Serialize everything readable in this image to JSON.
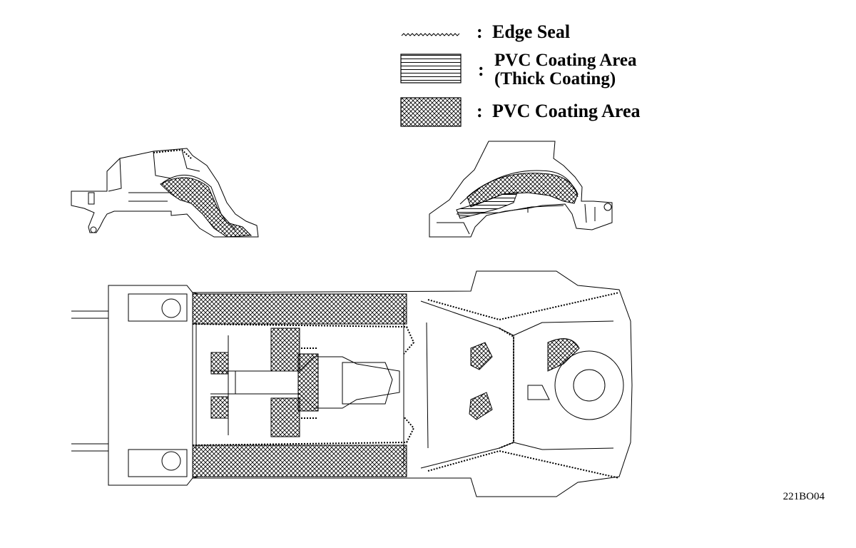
{
  "legend": {
    "edge_seal": "Edge Seal",
    "pvc_thick_line1": "PVC Coating Area",
    "pvc_thick_line2": "(Thick Coating)",
    "pvc_area": "PVC Coating Area",
    "separator": ":"
  },
  "figure_ref": "221BO04"
}
